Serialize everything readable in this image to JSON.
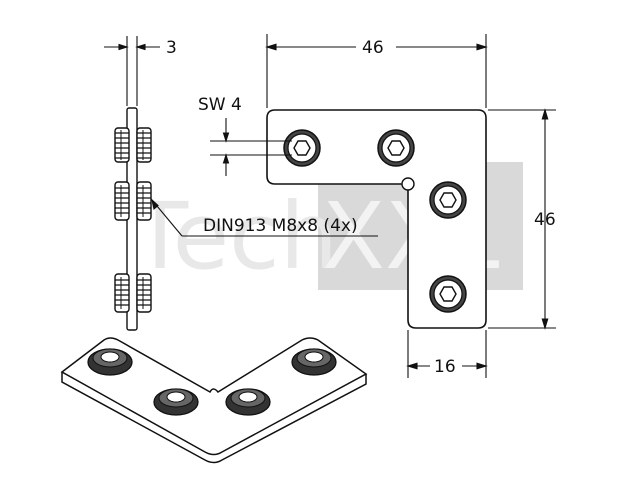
{
  "drawing": {
    "dimension_thickness": "3",
    "dimension_width": "46",
    "dimension_height": "46",
    "dimension_leg": "16",
    "wrench_size": "SW 4",
    "screw_callout": "DIN913 M8x8 (4x)"
  },
  "watermark": {
    "text_left": "Tech",
    "text_right": "XXL",
    "block_color": "#d9d9d9",
    "left_text_color": "#e8e8e8",
    "right_text_color": "#f2f2f2"
  },
  "colors": {
    "line": "#111111",
    "screw_dark": "#333333",
    "screw_hex": "#ffffff"
  }
}
